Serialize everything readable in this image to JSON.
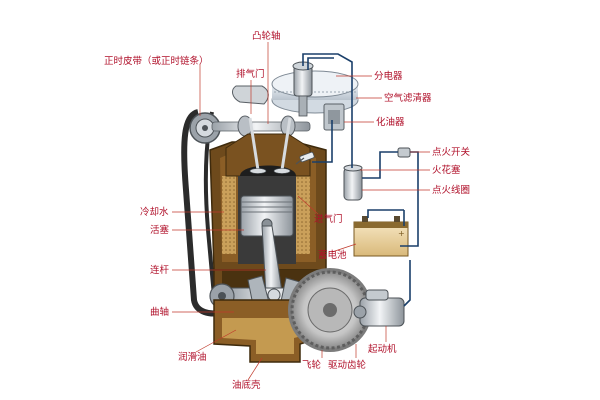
{
  "colors": {
    "label": "#b0102a",
    "leader": "#c0392b",
    "block_outer": "#6e4a1c",
    "block_mid": "#8b5e26",
    "coolant_fill": "#b98a42",
    "oil": "#c49a50",
    "metal": "#c9cdd2",
    "wire": "#1a3f6a",
    "belt": "#2b2b2b"
  },
  "labels": {
    "camshaft": "凸轮轴",
    "timing_belt": "正时皮带（或正时链条）",
    "exhaust_valve": "排气门",
    "distributor": "分电器",
    "air_filter": "空气滤清器",
    "carburetor": "化油器",
    "ignition_switch": "点火开关",
    "spark_plug": "火花塞",
    "ignition_coil": "点火线圈",
    "coolant": "冷却水",
    "piston": "活塞",
    "intake_valve": "进气门",
    "battery": "蓄电池",
    "connecting_rod": "连杆",
    "crankshaft": "曲轴",
    "lube_oil": "润滑油",
    "flywheel": "飞轮",
    "starter_gear": "驱动齿轮",
    "starter_motor": "起动机",
    "oil_pan": "油底壳"
  }
}
